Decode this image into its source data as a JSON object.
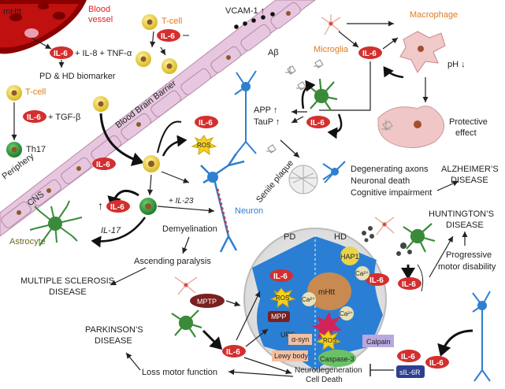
{
  "labels": {
    "mhtt_top": "mHtt",
    "blood_vessel": "Blood vessel",
    "il6": "IL-6",
    "il8_tnf": "+ IL-8 + TNF-α",
    "pd_hd_biomarker": "PD & HD biomarker",
    "tcell": "T-cell",
    "tgf": "+ TGF-β",
    "th17": "Th17",
    "periphery": "Periphery",
    "cns": "CNS",
    "bbb": "Blood Brain Barrier",
    "vcam": "VCAM-1 ↑",
    "ab": "Aβ",
    "microglia": "Microglia",
    "macrophage": "Macrophage",
    "ph": "pH ↓",
    "app": "APP ↑",
    "taup": "TauP ↑",
    "ros": "ROS",
    "protective": "Protective",
    "effect": "effect",
    "senile": "Senile plaque",
    "degen_axons": "Degenerating axons",
    "neuronal_death": "Neuronal death",
    "cognitive": "Cognitive impairment",
    "alz1": "ALZHEIMER’S",
    "alz2": "DISEASE",
    "il23": "+ IL-23",
    "il17": "IL-17",
    "astrocyte": "Astrocyte",
    "demyelination": "Demyelination",
    "neuron": "Neuron",
    "ascending": "Ascending paralysis",
    "ms1": "MULTIPLE SCLEROSIS",
    "ms2": "DISEASE",
    "hunt1": "HUNTINGTON’S",
    "hunt2": "DISEASE",
    "progressive": "Progressive",
    "motor_dis": "motor disability",
    "pd": "PD",
    "hd": "HD",
    "hap1": "HAP1",
    "ca": "Ca²⁺",
    "mhtt_cell": "mHtt",
    "mptp": "MPTP",
    "mpp": "MPP",
    "ups": "UPS",
    "asyn": "α-syn",
    "caspase": "Caspase-3",
    "calpain": "Calpain",
    "lewy": "Lewy body",
    "neurodegen": "Neurodegeneration",
    "celldeath": "Cell Death",
    "park1": "PARKINSON’S",
    "park2": "DISEASE",
    "loss_motor": "Loss motor function",
    "sil6r": "sIL-6R"
  },
  "colors": {
    "il6_fill": "#d32f2f",
    "tcell_fill": "#e8d44d",
    "bbb_fill": "#e7c6df",
    "vessel": "#a00000",
    "microglia": "#3a8a3a",
    "neuron": "#2f7fd0",
    "label_red": "#e02020",
    "label_orange": "#e07a20",
    "label_olive": "#6b6b1e"
  }
}
